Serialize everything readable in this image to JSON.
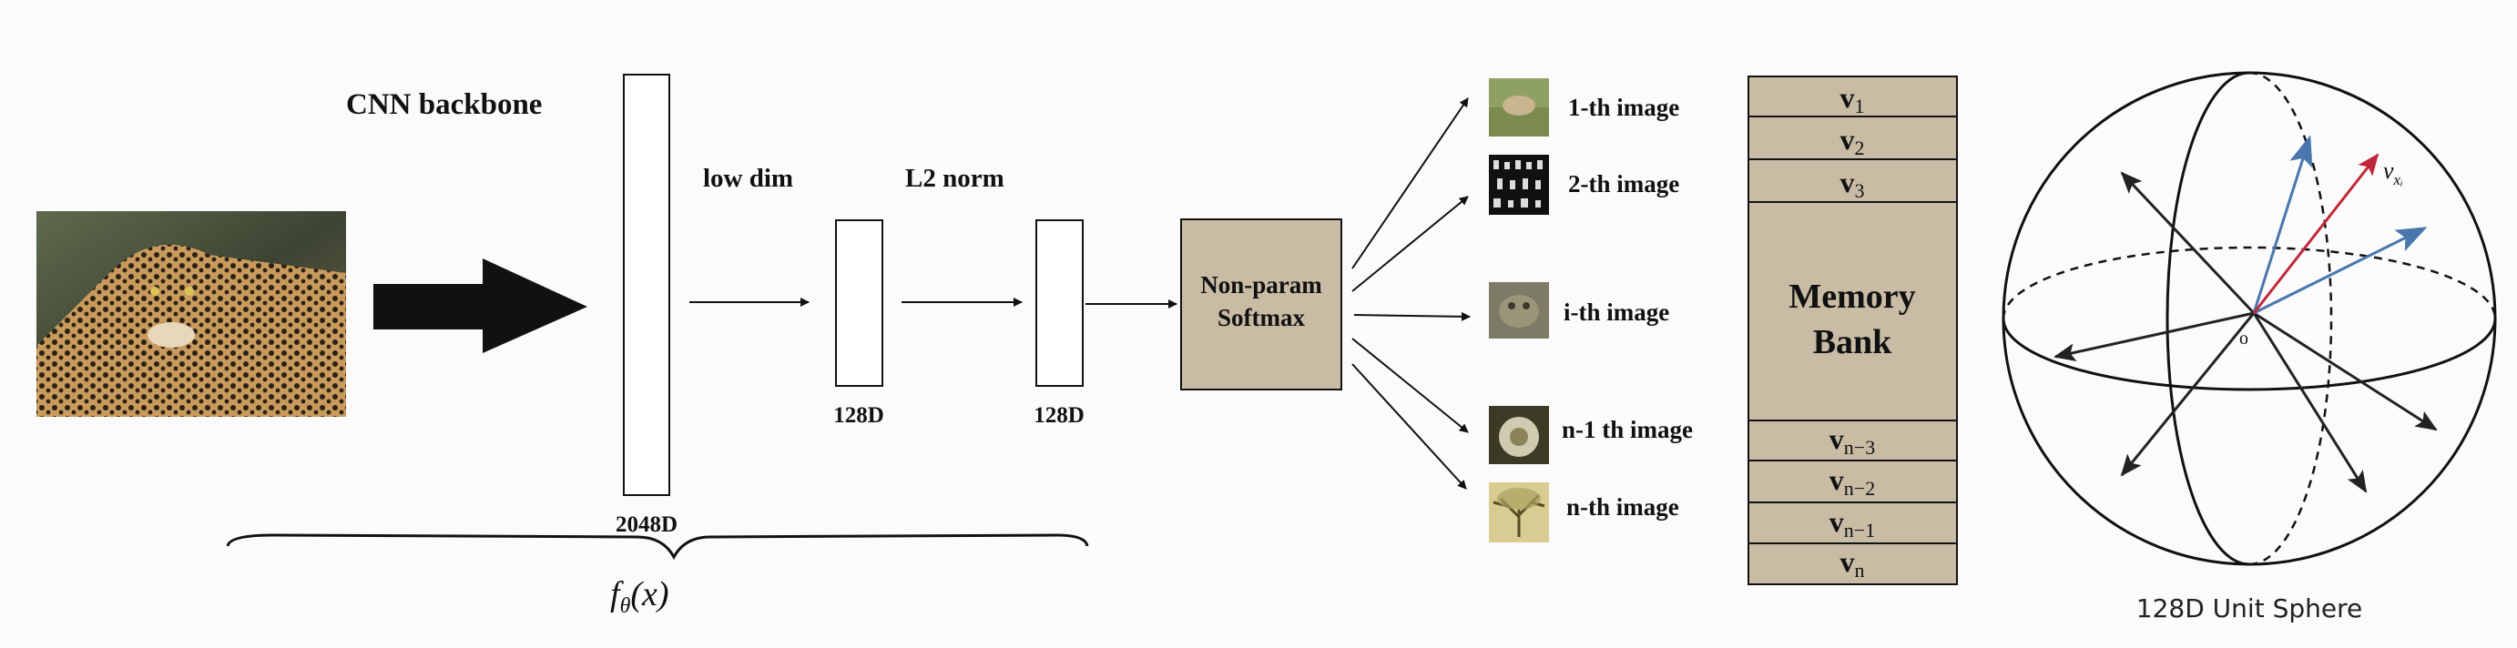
{
  "pipeline": {
    "backbone_label": "CNN backbone",
    "low_dim_label": "low dim",
    "l2_norm_label": "L2 norm",
    "dim_2048": "2048D",
    "dim_128_a": "128D",
    "dim_128_b": "128D",
    "function_label": "fθ(x)",
    "softmax_line1": "Non-param",
    "softmax_line2": "Softmax"
  },
  "images": [
    {
      "label": "1-th image"
    },
    {
      "label": "2-th image"
    },
    {
      "label": "i-th image"
    },
    {
      "label": "n-1 th image"
    },
    {
      "label": "n-th image"
    }
  ],
  "memory_bank": {
    "title_line1": "Memory",
    "title_line2": "Bank",
    "top_slots": [
      {
        "base": "v",
        "sub": "1"
      },
      {
        "base": "v",
        "sub": "2"
      },
      {
        "base": "v",
        "sub": "3"
      }
    ],
    "bottom_slots": [
      {
        "base": "v",
        "sub": "n−3"
      },
      {
        "base": "v",
        "sub": "n−2"
      },
      {
        "base": "v",
        "sub": "n−1"
      },
      {
        "base": "v",
        "sub": "n"
      }
    ]
  },
  "sphere": {
    "caption": "128D Unit Sphere",
    "origin_label": "o",
    "vector_label": "v",
    "vector_subscript": "xᵢ"
  },
  "colors": {
    "box_fill": "#c8bca4",
    "arrow_red": "#c0273b",
    "arrow_blue": "#4a76ae"
  }
}
